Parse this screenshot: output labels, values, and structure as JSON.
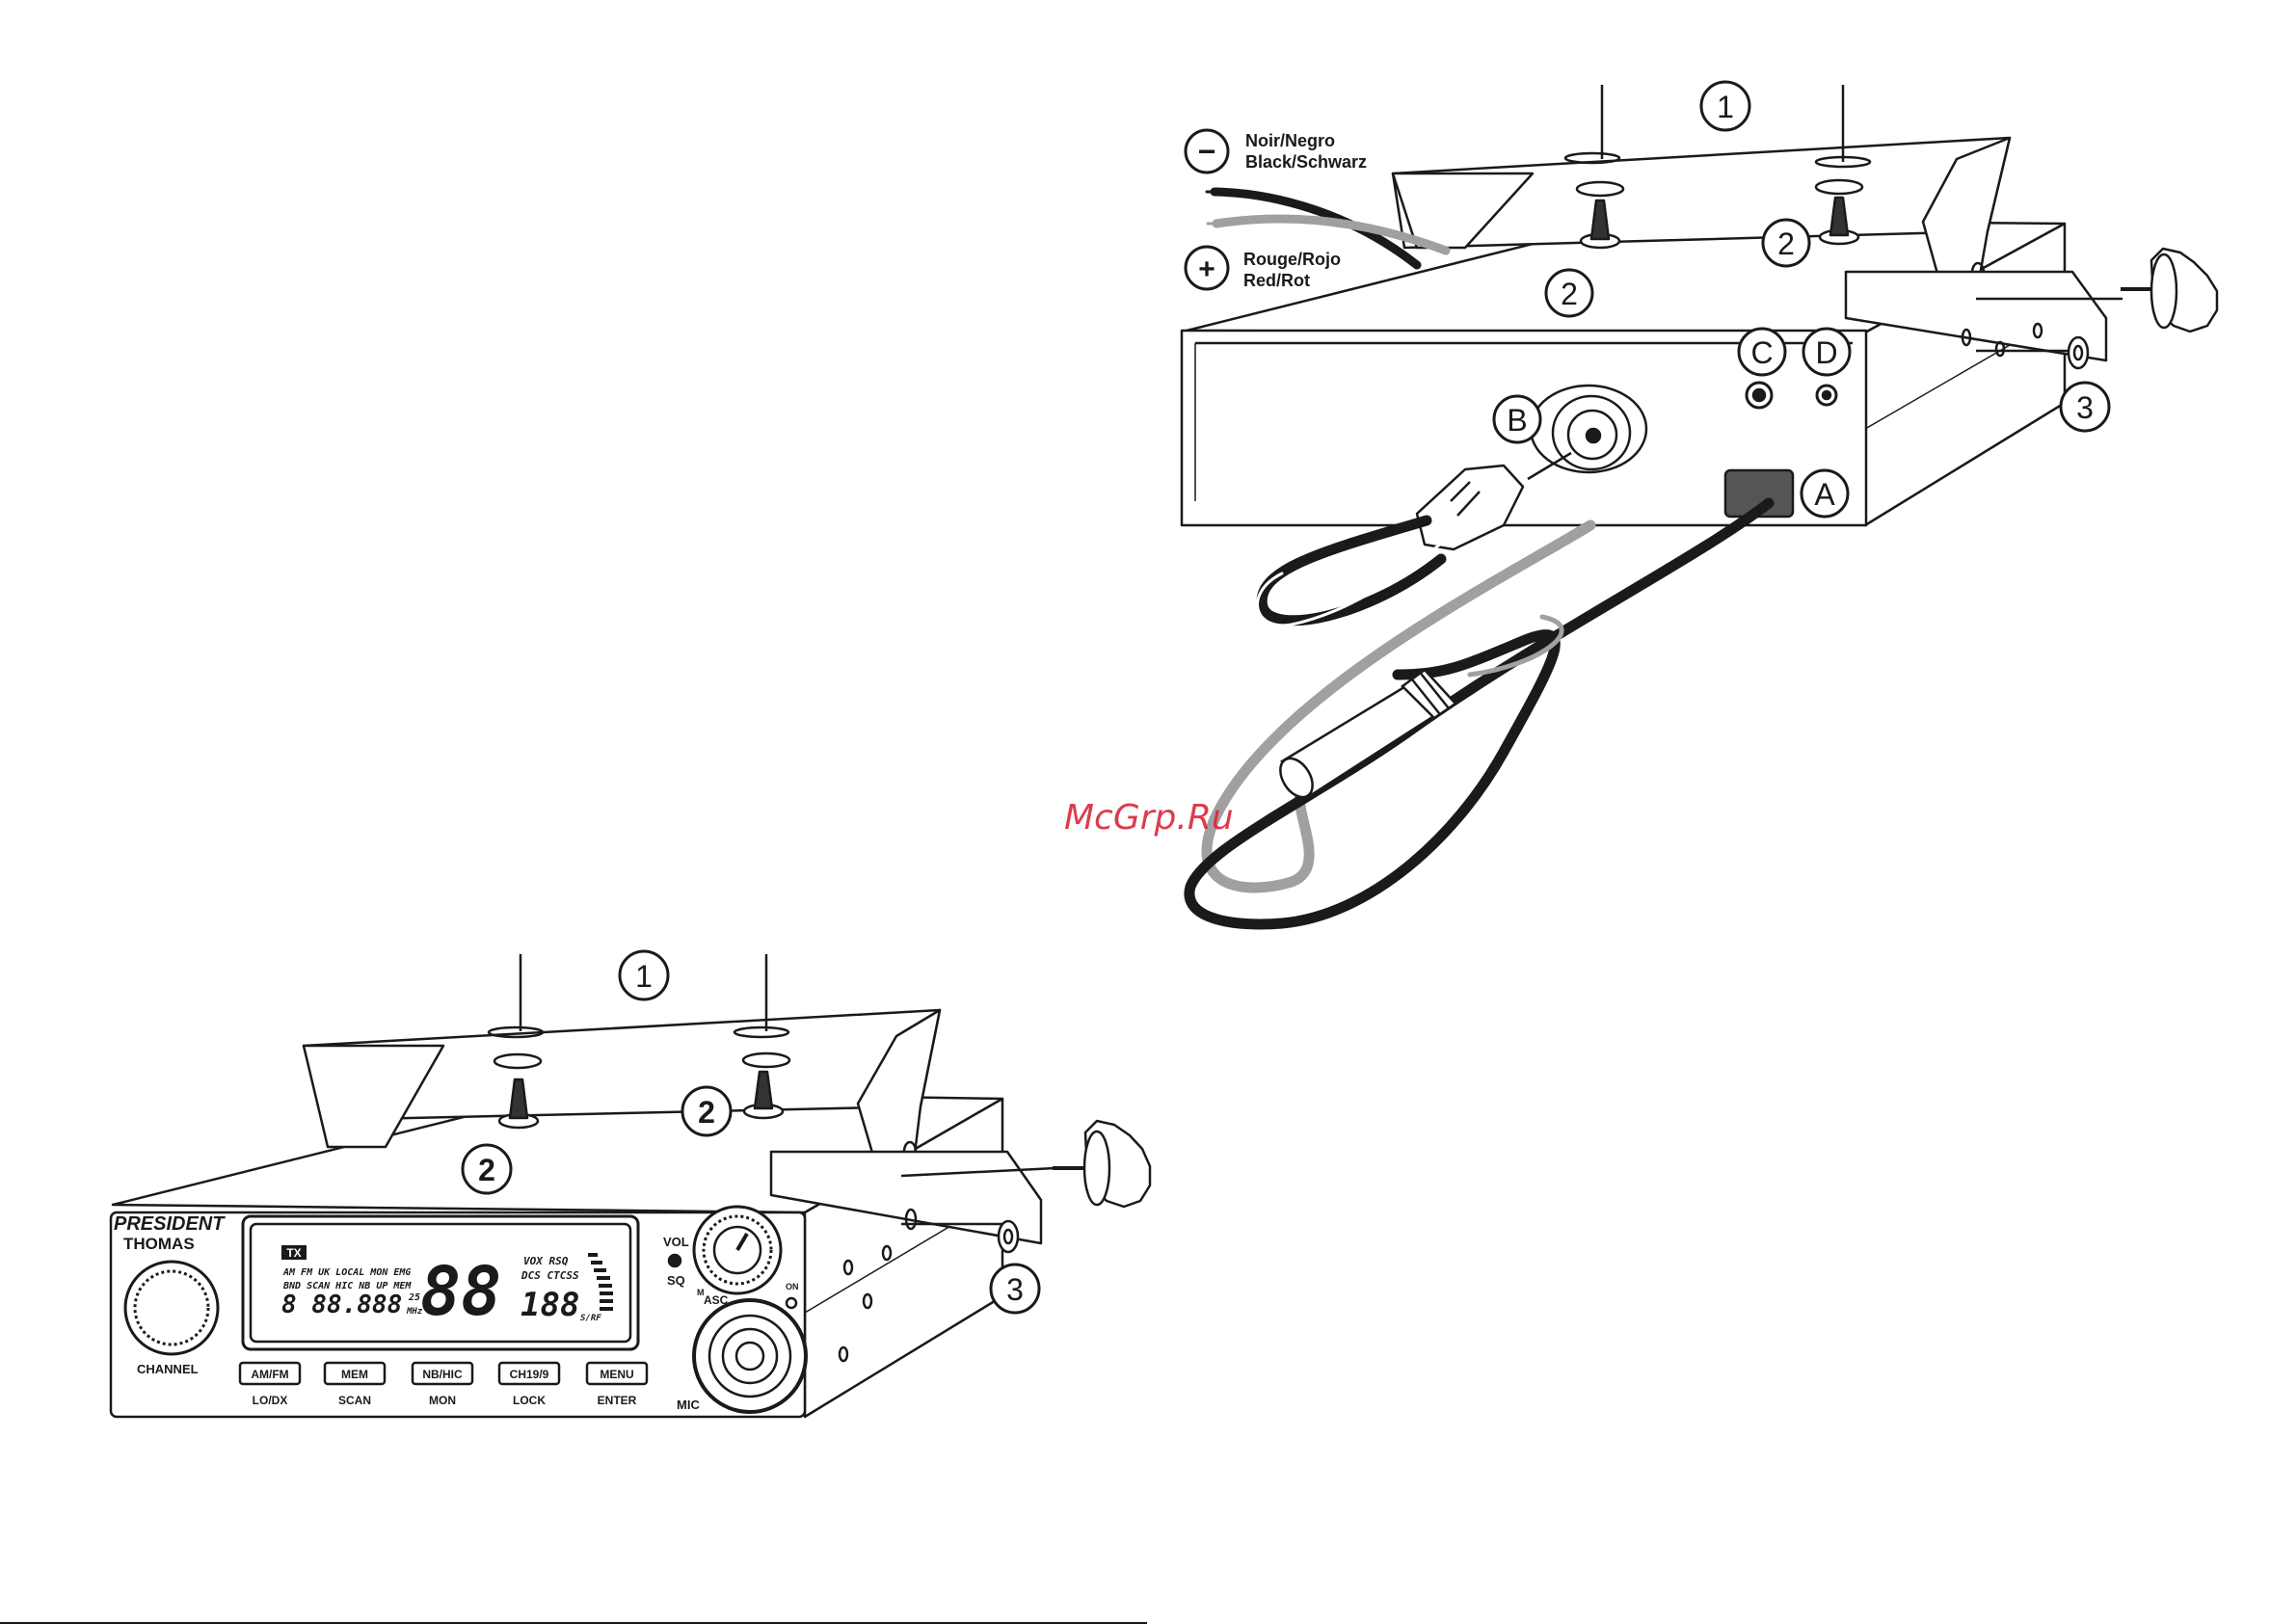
{
  "watermark": "McGrp.Ru",
  "colors": {
    "line": "#1a1a1a",
    "cable_grey": "#a0a0a0",
    "watermark": "#d9283a",
    "bg": "#ffffff"
  },
  "rear_view": {
    "wire_negative": {
      "symbol": "−",
      "line1": "Noir/Negro",
      "line2": "Black/Schwarz"
    },
    "wire_positive": {
      "symbol": "+",
      "line1": "Rouge/Rojo",
      "line2": "Red/Rot"
    },
    "callouts": {
      "bracket": "1",
      "screw_left": "2",
      "screw_right": "2",
      "washer": "3",
      "power": "A",
      "antenna": "B",
      "jack_c": "C",
      "jack_d": "D"
    }
  },
  "front_view": {
    "brand": "PRESIDENT",
    "model": "THOMAS",
    "knob_label": "CHANNEL",
    "vol": "VOL",
    "sq": "SQ",
    "mic": "MIC",
    "on": "ON",
    "asc": "ASC",
    "m": "M",
    "callouts": {
      "bracket": "1",
      "screw_left": "2",
      "screw_right": "2",
      "washer": "3"
    },
    "display": {
      "tx": "TX",
      "row1": "AM FM UK LOCAL MON EMG",
      "row2": "BND SCAN HIC NB UP MEM",
      "freq": "8 88.888",
      "step": "25",
      "mhz": "MHz",
      "big": "88",
      "vox": "VOX RSQ",
      "dcs": "DCS CTCSS",
      "small": "188",
      "srf": "S/RF"
    },
    "buttons": [
      {
        "top": "AM/FM",
        "bottom": "LO/DX"
      },
      {
        "top": "MEM",
        "bottom": "SCAN"
      },
      {
        "top": "NB/HIC",
        "bottom": "MON"
      },
      {
        "top": "CH19/9",
        "bottom": "LOCK"
      },
      {
        "top": "MENU",
        "bottom": "ENTER"
      }
    ]
  }
}
